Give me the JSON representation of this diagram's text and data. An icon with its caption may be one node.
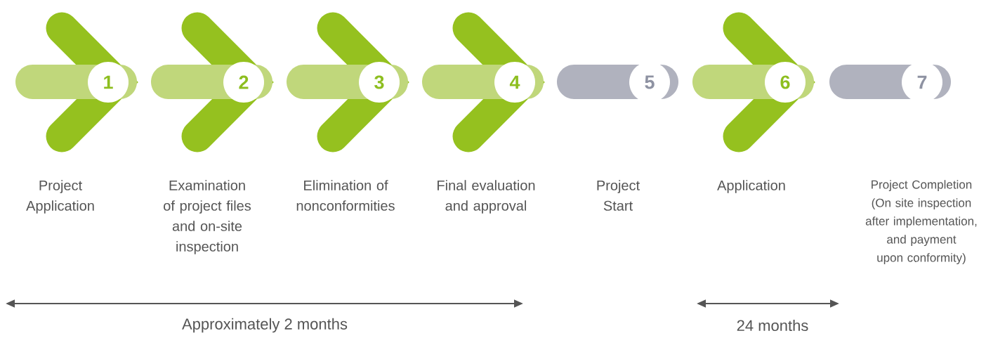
{
  "diagram": {
    "nodes": [
      {
        "text": [
          "1"
        ]
      },
      {
        "text": [
          "2"
        ]
      },
      {
        "text": [
          "3"
        ]
      },
      {
        "text": [
          "4"
        ]
      },
      {
        "text": [
          "5"
        ]
      },
      {
        "text": [
          "6"
        ]
      },
      {
        "text": [
          "7"
        ]
      }
    ],
    "labels": [
      "Project Application",
      "Examination of project files and on-site inspection",
      "Elimination of nonconformities",
      "Final evaluation and approval",
      "Project Start",
      "Application",
      "Project Completion (On site inspection after implementation, and payment upon conformity)",
      "Approximately 2 months",
      "24 months"
    ]
  }
}
